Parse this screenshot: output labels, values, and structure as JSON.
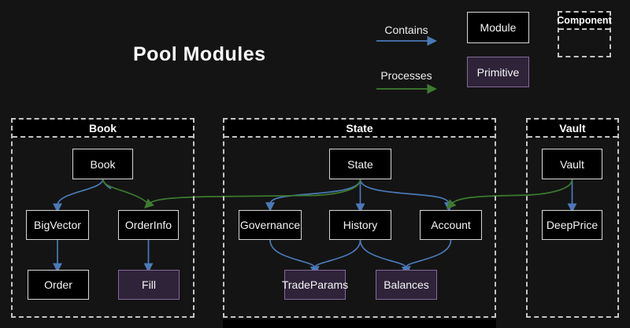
{
  "title": "Pool Modules",
  "legend": {
    "contains": "Contains",
    "processes": "Processes",
    "module": "Module",
    "primitive": "Primitive",
    "component": "Component"
  },
  "colors": {
    "background": "#141414",
    "contains_arrow": "#4b79b7",
    "processes_arrow": "#3e7b2f",
    "module_fill": "#000000",
    "module_border": "#d6d6d6",
    "primitive_fill": "#2e2339",
    "primitive_border": "#85689a",
    "container_dash": "#c4c4c4",
    "text": "#f2f2f2"
  },
  "groups": {
    "book": {
      "label": "Book",
      "nodes": {
        "book": {
          "label": "Book",
          "type": "module"
        },
        "bigvector": {
          "label": "BigVector",
          "type": "module"
        },
        "orderinfo": {
          "label": "OrderInfo",
          "type": "module"
        },
        "order": {
          "label": "Order",
          "type": "module"
        },
        "fill": {
          "label": "Fill",
          "type": "primitive"
        }
      }
    },
    "state": {
      "label": "State",
      "nodes": {
        "state": {
          "label": "State",
          "type": "module"
        },
        "governance": {
          "label": "Governance",
          "type": "module"
        },
        "history": {
          "label": "History",
          "type": "module"
        },
        "account": {
          "label": "Account",
          "type": "module"
        },
        "tradeparams": {
          "label": "TradeParams",
          "type": "primitive"
        },
        "balances": {
          "label": "Balances",
          "type": "primitive"
        }
      }
    },
    "vault": {
      "label": "Vault",
      "nodes": {
        "vault": {
          "label": "Vault",
          "type": "module"
        },
        "deepprice": {
          "label": "DeepPrice",
          "type": "module"
        }
      }
    }
  },
  "edges": {
    "contains": [
      {
        "from": "Book",
        "to": "BigVector"
      },
      {
        "from": "Book",
        "to": "OrderInfo"
      },
      {
        "from": "BigVector",
        "to": "Order"
      },
      {
        "from": "OrderInfo",
        "to": "Fill"
      },
      {
        "from": "State",
        "to": "Governance"
      },
      {
        "from": "State",
        "to": "History"
      },
      {
        "from": "State",
        "to": "Account"
      },
      {
        "from": "Governance",
        "to": "TradeParams"
      },
      {
        "from": "History",
        "to": "TradeParams"
      },
      {
        "from": "History",
        "to": "Balances"
      },
      {
        "from": "Account",
        "to": "Balances"
      },
      {
        "from": "Vault",
        "to": "DeepPrice"
      }
    ],
    "processes": [
      {
        "from": "State",
        "to": "OrderInfo"
      },
      {
        "from": "Vault",
        "to": "Account"
      }
    ]
  }
}
